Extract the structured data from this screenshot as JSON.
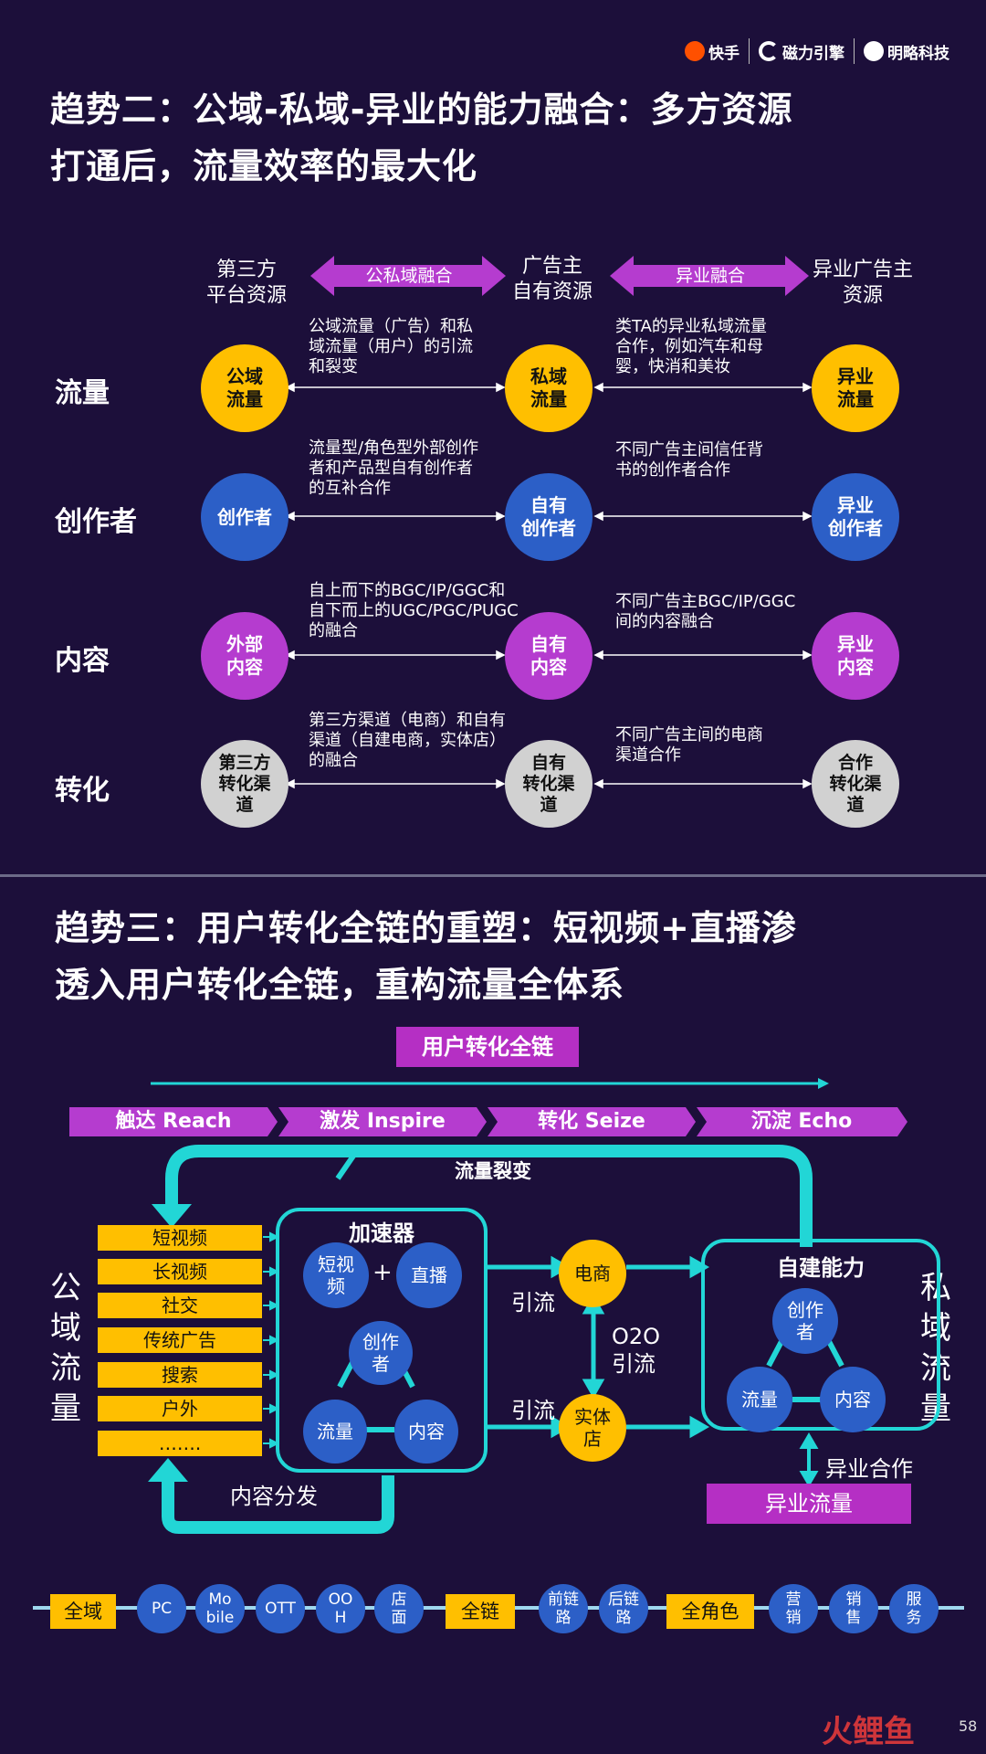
{
  "logos": [
    "快手",
    "磁力引擎",
    "明略科技"
  ],
  "trend2": {
    "title_line1": "趋势二：公域-私域-异业的能力融合：多方资源",
    "title_line2": "打通后，流量效率的最大化",
    "columns": [
      "第三方\n平台资源",
      "广告主\n自有资源",
      "异业广告主\n资源"
    ],
    "arrows": [
      "公私域融合",
      "异业融合"
    ],
    "rows": [
      {
        "label": "流量",
        "c1": "公域\n流量",
        "c2": "私域\n流量",
        "c3": "异业\n流量",
        "d1": "公域流量（广告）和私\n域流量（用户）的引流\n和裂变",
        "d2": "类TA的异业私域流量\n合作，例如汽车和母\n婴，快消和美妆"
      },
      {
        "label": "创作者",
        "c1": "创作者",
        "c2": "自有\n创作者",
        "c3": "异业\n创作者",
        "d1": "流量型/角色型外部创作\n者和产品型自有创作者\n的互补合作",
        "d2": "不同广告主间信任背\n书的创作者合作"
      },
      {
        "label": "内容",
        "c1": "外部\n内容",
        "c2": "自有\n内容",
        "c3": "异业\n内容",
        "d1": "自上而下的BGC/IP/GGC和\n自下而上的UGC/PGC/PUGC\n的融合",
        "d2": "不同广告主BGC/IP/GGC\n间的内容融合"
      },
      {
        "label": "转化",
        "c1": "第三方\n转化渠\n道",
        "c2": "自有\n转化渠\n道",
        "c3": "合作\n转化渠\n道",
        "d1": "第三方渠道（电商）和自有\n渠道（自建电商，实体店）\n的融合",
        "d2": "不同广告主间的电商\n渠道合作"
      }
    ]
  },
  "trend3": {
    "title_line1": "趋势三：用户转化全链的重塑：短视频+直播渗",
    "title_line2": "透入用户转化全链，重构流量全体系",
    "banner": "用户转化全链",
    "stages": [
      "触达 Reach",
      "激发 Inspire",
      "转化 Seize",
      "沉淀 Echo"
    ],
    "fission": "流量裂变",
    "public_traffic": "公\n域\n流\n量",
    "private_traffic": "私\n域\n流\n量",
    "sources": [
      "短视频",
      "长视频",
      "社交",
      "传统广告",
      "搜索",
      "户外",
      "……."
    ],
    "accelerator": {
      "title": "加速器",
      "short_video": "短视\n频",
      "plus": "+",
      "live": "直播",
      "creator": "创作\n者",
      "traffic": "流量",
      "content": "内容"
    },
    "content_distribution": "内容分发",
    "guide1": "引流",
    "guide2": "引流",
    "ecommerce": "电商",
    "store": "实体\n店",
    "o2o": "O2O\n引流",
    "self_built": {
      "title": "自建能力",
      "creator": "创作\n者",
      "traffic": "流量",
      "content": "内容"
    },
    "cross_coop": "异业合作",
    "cross_traffic": "异业流量"
  },
  "bottom": {
    "groups": [
      "全域",
      "全链",
      "全角色"
    ],
    "domain_items": [
      "PC",
      "Mo\nbile",
      "OTT",
      "OO\nH",
      "店\n面"
    ],
    "chain_items": [
      "前链\n路",
      "后链\n路"
    ],
    "role_items": [
      "营\n销",
      "销\n售",
      "服\n务"
    ]
  },
  "watermark": "火鲤鱼",
  "page_number": "58",
  "colors": {
    "background": "#1c0f3a",
    "yellow": "#ffbf00",
    "blue": "#2c5fc7",
    "purple": "#b53ccf",
    "cyan": "#22d6d6",
    "gray": "#d1d1d1"
  }
}
